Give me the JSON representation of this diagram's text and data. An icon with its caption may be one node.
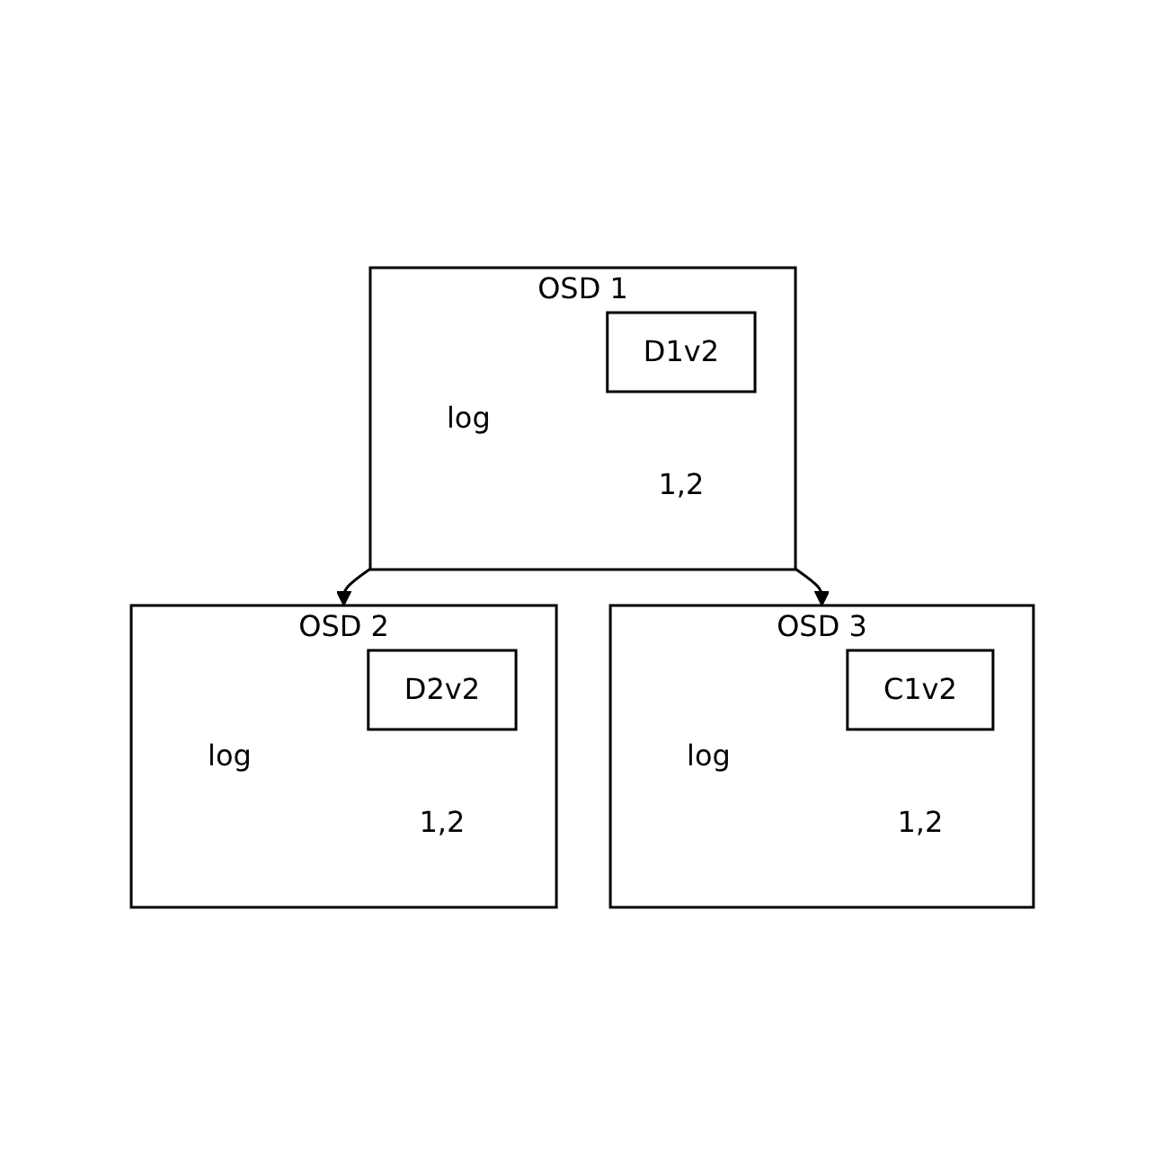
{
  "diagram": {
    "nodes": [
      {
        "text": [
          "OSD 1",
          "log",
          "1,2"
        ]
      },
      {
        "text": [
          "D1v2"
        ],
        "in": 0
      },
      {
        "text": [
          "OSD 2",
          "log",
          "1,2"
        ]
      },
      {
        "text": [
          "D2v2"
        ],
        "in": 2
      },
      {
        "text": [
          "OSD 3",
          "log",
          "1,2"
        ]
      },
      {
        "text": [
          "C1v2"
        ],
        "in": 4
      }
    ],
    "edges": [
      {
        "from": 0,
        "to": 2,
        "arrow": "to"
      },
      {
        "from": 0,
        "to": 4,
        "arrow": "to"
      }
    ]
  }
}
